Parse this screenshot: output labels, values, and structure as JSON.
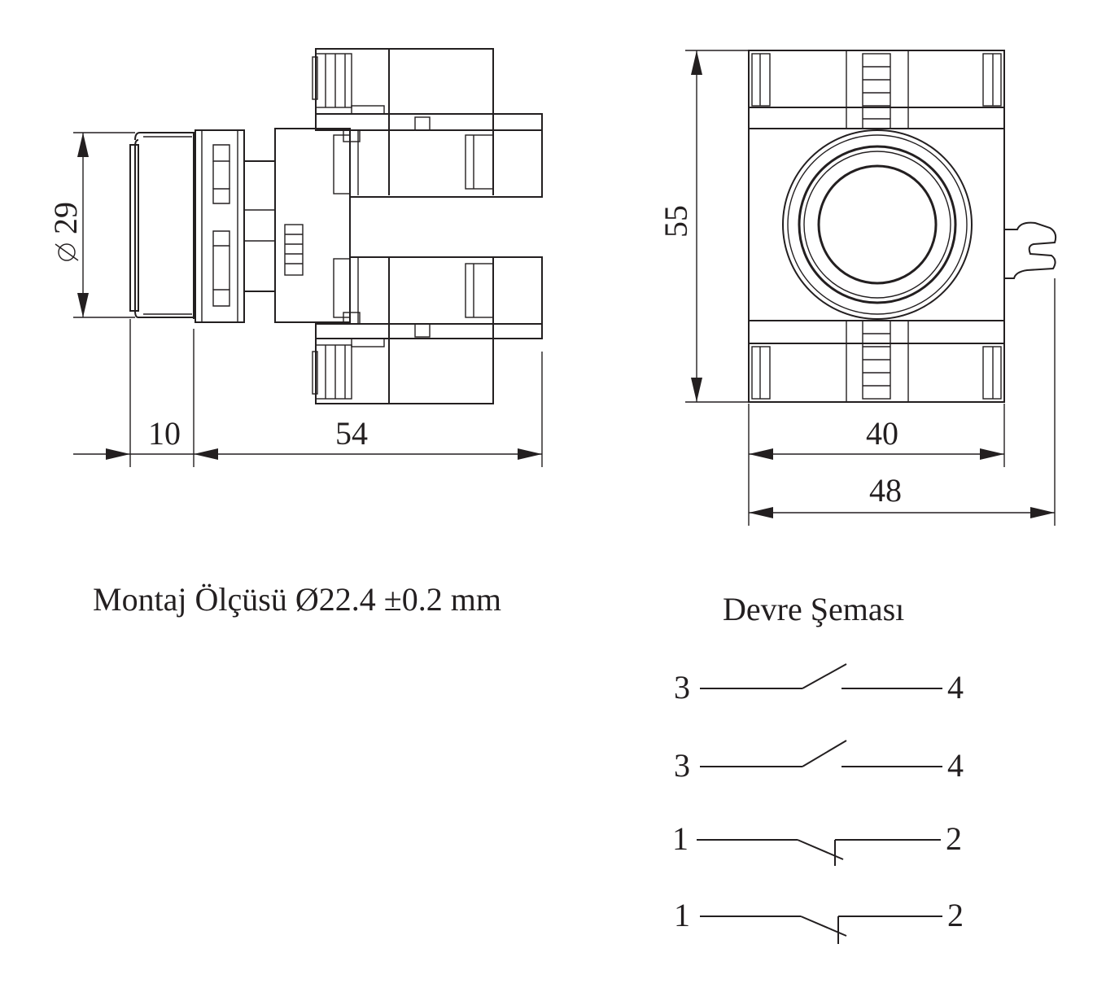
{
  "dimensions": {
    "diameter": "29",
    "button_depth": "10",
    "body_length": "54",
    "height": "55",
    "width_inner": "40",
    "width_outer": "48"
  },
  "mounting_note": "Montaj Ölçüsü Ø22.4 ±0.2 mm",
  "circuit": {
    "title": "Devre Şeması",
    "contacts": [
      {
        "left": "3",
        "right": "4"
      },
      {
        "left": "3",
        "right": "4"
      },
      {
        "left": "1",
        "right": "2"
      },
      {
        "left": "1",
        "right": "2"
      }
    ]
  },
  "colors": {
    "ink": "#231f20",
    "background": "#ffffff"
  }
}
